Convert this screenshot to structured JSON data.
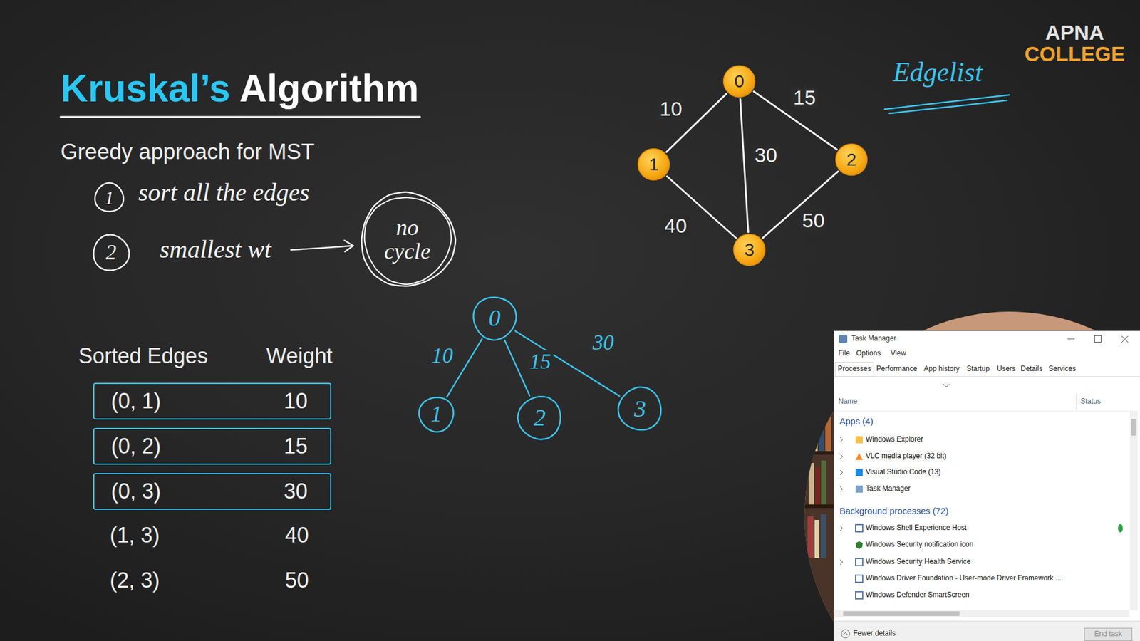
{
  "diagram": {
    "title": "Kruskal’s Algorithm",
    "nodes": [
      {
        "text": [
          "1"
        ]
      },
      {
        "text": [
          "2"
        ]
      },
      {
        "text": [
          "no cycle"
        ]
      },
      {
        "text": [
          "0"
        ]
      },
      {
        "text": [
          "1"
        ]
      },
      {
        "text": [
          "2"
        ]
      },
      {
        "text": [
          "3"
        ]
      },
      {
        "text": [
          "(0, 1)",
          "10"
        ]
      },
      {
        "text": [
          "(0, 2)",
          "15"
        ]
      },
      {
        "text": [
          "(0, 3)",
          "30"
        ]
      },
      {
        "text": [
          "0"
        ]
      },
      {
        "text": [
          "1"
        ]
      },
      {
        "text": [
          "2"
        ]
      },
      {
        "text": [
          "3"
        ]
      },
      {
        "text": [
          "Task Manager",
          "File",
          "Options",
          "View",
          "Processes",
          "Performance",
          "App history",
          "Startup",
          "Users",
          "Details",
          "Services",
          "Name",
          "Status",
          "Apps (4)",
          "Windows Explorer",
          "VLC media player (32 bit)",
          "Visual Studio Code (13)",
          "Task Manager",
          "Background processes (72)",
          "Windows Shell Experience Host",
          "Windows Security notification icon",
          "Windows Security Health Service",
          "Windows Driver Foundation - User-mode Driver Framework ...",
          "Windows Defender SmartScreen",
          "Fewer details"
        ]
      },
      {
        "text": [
          "End task"
        ],
        "in": 14
      }
    ],
    "edges": [
      {
        "from": 3,
        "to": 4,
        "label": "10",
        "arrow": "none"
      },
      {
        "from": 3,
        "to": 5,
        "label": "15",
        "arrow": "none"
      },
      {
        "from": 3,
        "to": 6,
        "label": "30",
        "arrow": "none"
      },
      {
        "from": 4,
        "to": 6,
        "label": "40",
        "arrow": "none"
      },
      {
        "from": 5,
        "to": 6,
        "label": "50",
        "arrow": "none"
      },
      {
        "from": 10,
        "to": 11,
        "label": "10",
        "arrow": "none"
      },
      {
        "from": 10,
        "to": 12,
        "label": "15",
        "arrow": "none"
      },
      {
        "from": 10,
        "to": 13,
        "label": "30",
        "arrow": "none"
      }
    ],
    "labels": [
      "Greedy approach for MST",
      "sort all the edges",
      "smallest wt",
      "Sorted Edges",
      "Weight",
      "(1, 3)",
      "40",
      "(2, 3)",
      "50",
      "Edgelist",
      "APNA",
      "COLLEGE"
    ]
  }
}
